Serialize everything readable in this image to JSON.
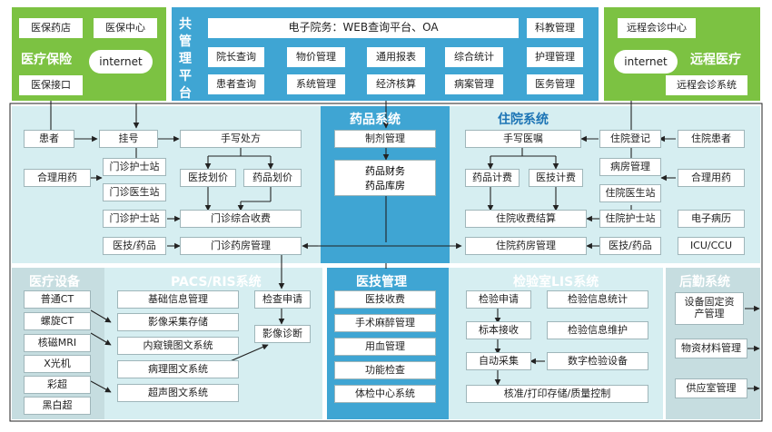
{
  "insurance": {
    "title": "医疗保险",
    "items": [
      "医保药店",
      "医保中心",
      "医保接口"
    ],
    "cloud": "internet"
  },
  "shared": {
    "title": "共管理平台",
    "wide": "电子院务：WEB查询平台、OA",
    "items": [
      "科教管理",
      "院长查询",
      "物价管理",
      "通用报表",
      "综合统计",
      "护理管理",
      "患者查询",
      "系统管理",
      "经济核算",
      "病案管理",
      "医务管理"
    ]
  },
  "remote": {
    "title": "远程医疗",
    "items": [
      "远程会诊中心",
      "远程会诊系统"
    ],
    "cloud": "internet"
  },
  "outpatient": {
    "items": [
      "患者",
      "挂号",
      "手写处方",
      "合理用药",
      "门诊护士站",
      "门诊医生站",
      "医技划价",
      "药品划价",
      "门诊护士站",
      "门诊综合收费",
      "医技/药品",
      "门诊药房管理"
    ]
  },
  "pharmacy": {
    "title": "药品系统",
    "items": [
      "制剂管理",
      "药品财务",
      "药品库房"
    ]
  },
  "inpatient": {
    "title": "住院系统",
    "items": [
      "手写医嘱",
      "住院登记",
      "住院患者",
      "病房管理",
      "药品计费",
      "医技计费",
      "合理用药",
      "住院医生站",
      "住院收费结算",
      "住院护士站",
      "电子病历",
      "住院药房管理",
      "医技/药品",
      "ICU/CCU"
    ]
  },
  "equipment": {
    "title": "医疗设备",
    "items": [
      "普通CT",
      "螺旋CT",
      "核磁MRI",
      "X光机",
      "彩超",
      "黑白超"
    ]
  },
  "pacs": {
    "title": "PACS/RIS系统",
    "items": [
      "基础信息管理",
      "影像采集存储",
      "内窥镜图文系统",
      "病理图文系统",
      "超声图文系统",
      "检查申请",
      "影像诊断"
    ]
  },
  "tech": {
    "title": "医技管理",
    "items": [
      "医技收费",
      "手术麻醉管理",
      "用血管理",
      "功能检查",
      "体检中心系统"
    ]
  },
  "lis": {
    "title": "检验室LIS系统",
    "items": [
      "检验申请",
      "检验信息统计",
      "标本接收",
      "检验信息维护",
      "自动采集",
      "数字检验设备",
      "核准/打印存储/质量控制"
    ]
  },
  "logistics": {
    "title": "后勤系统",
    "items": [
      "设备固定资产管理",
      "物资材料管理",
      "供应室管理"
    ]
  }
}
